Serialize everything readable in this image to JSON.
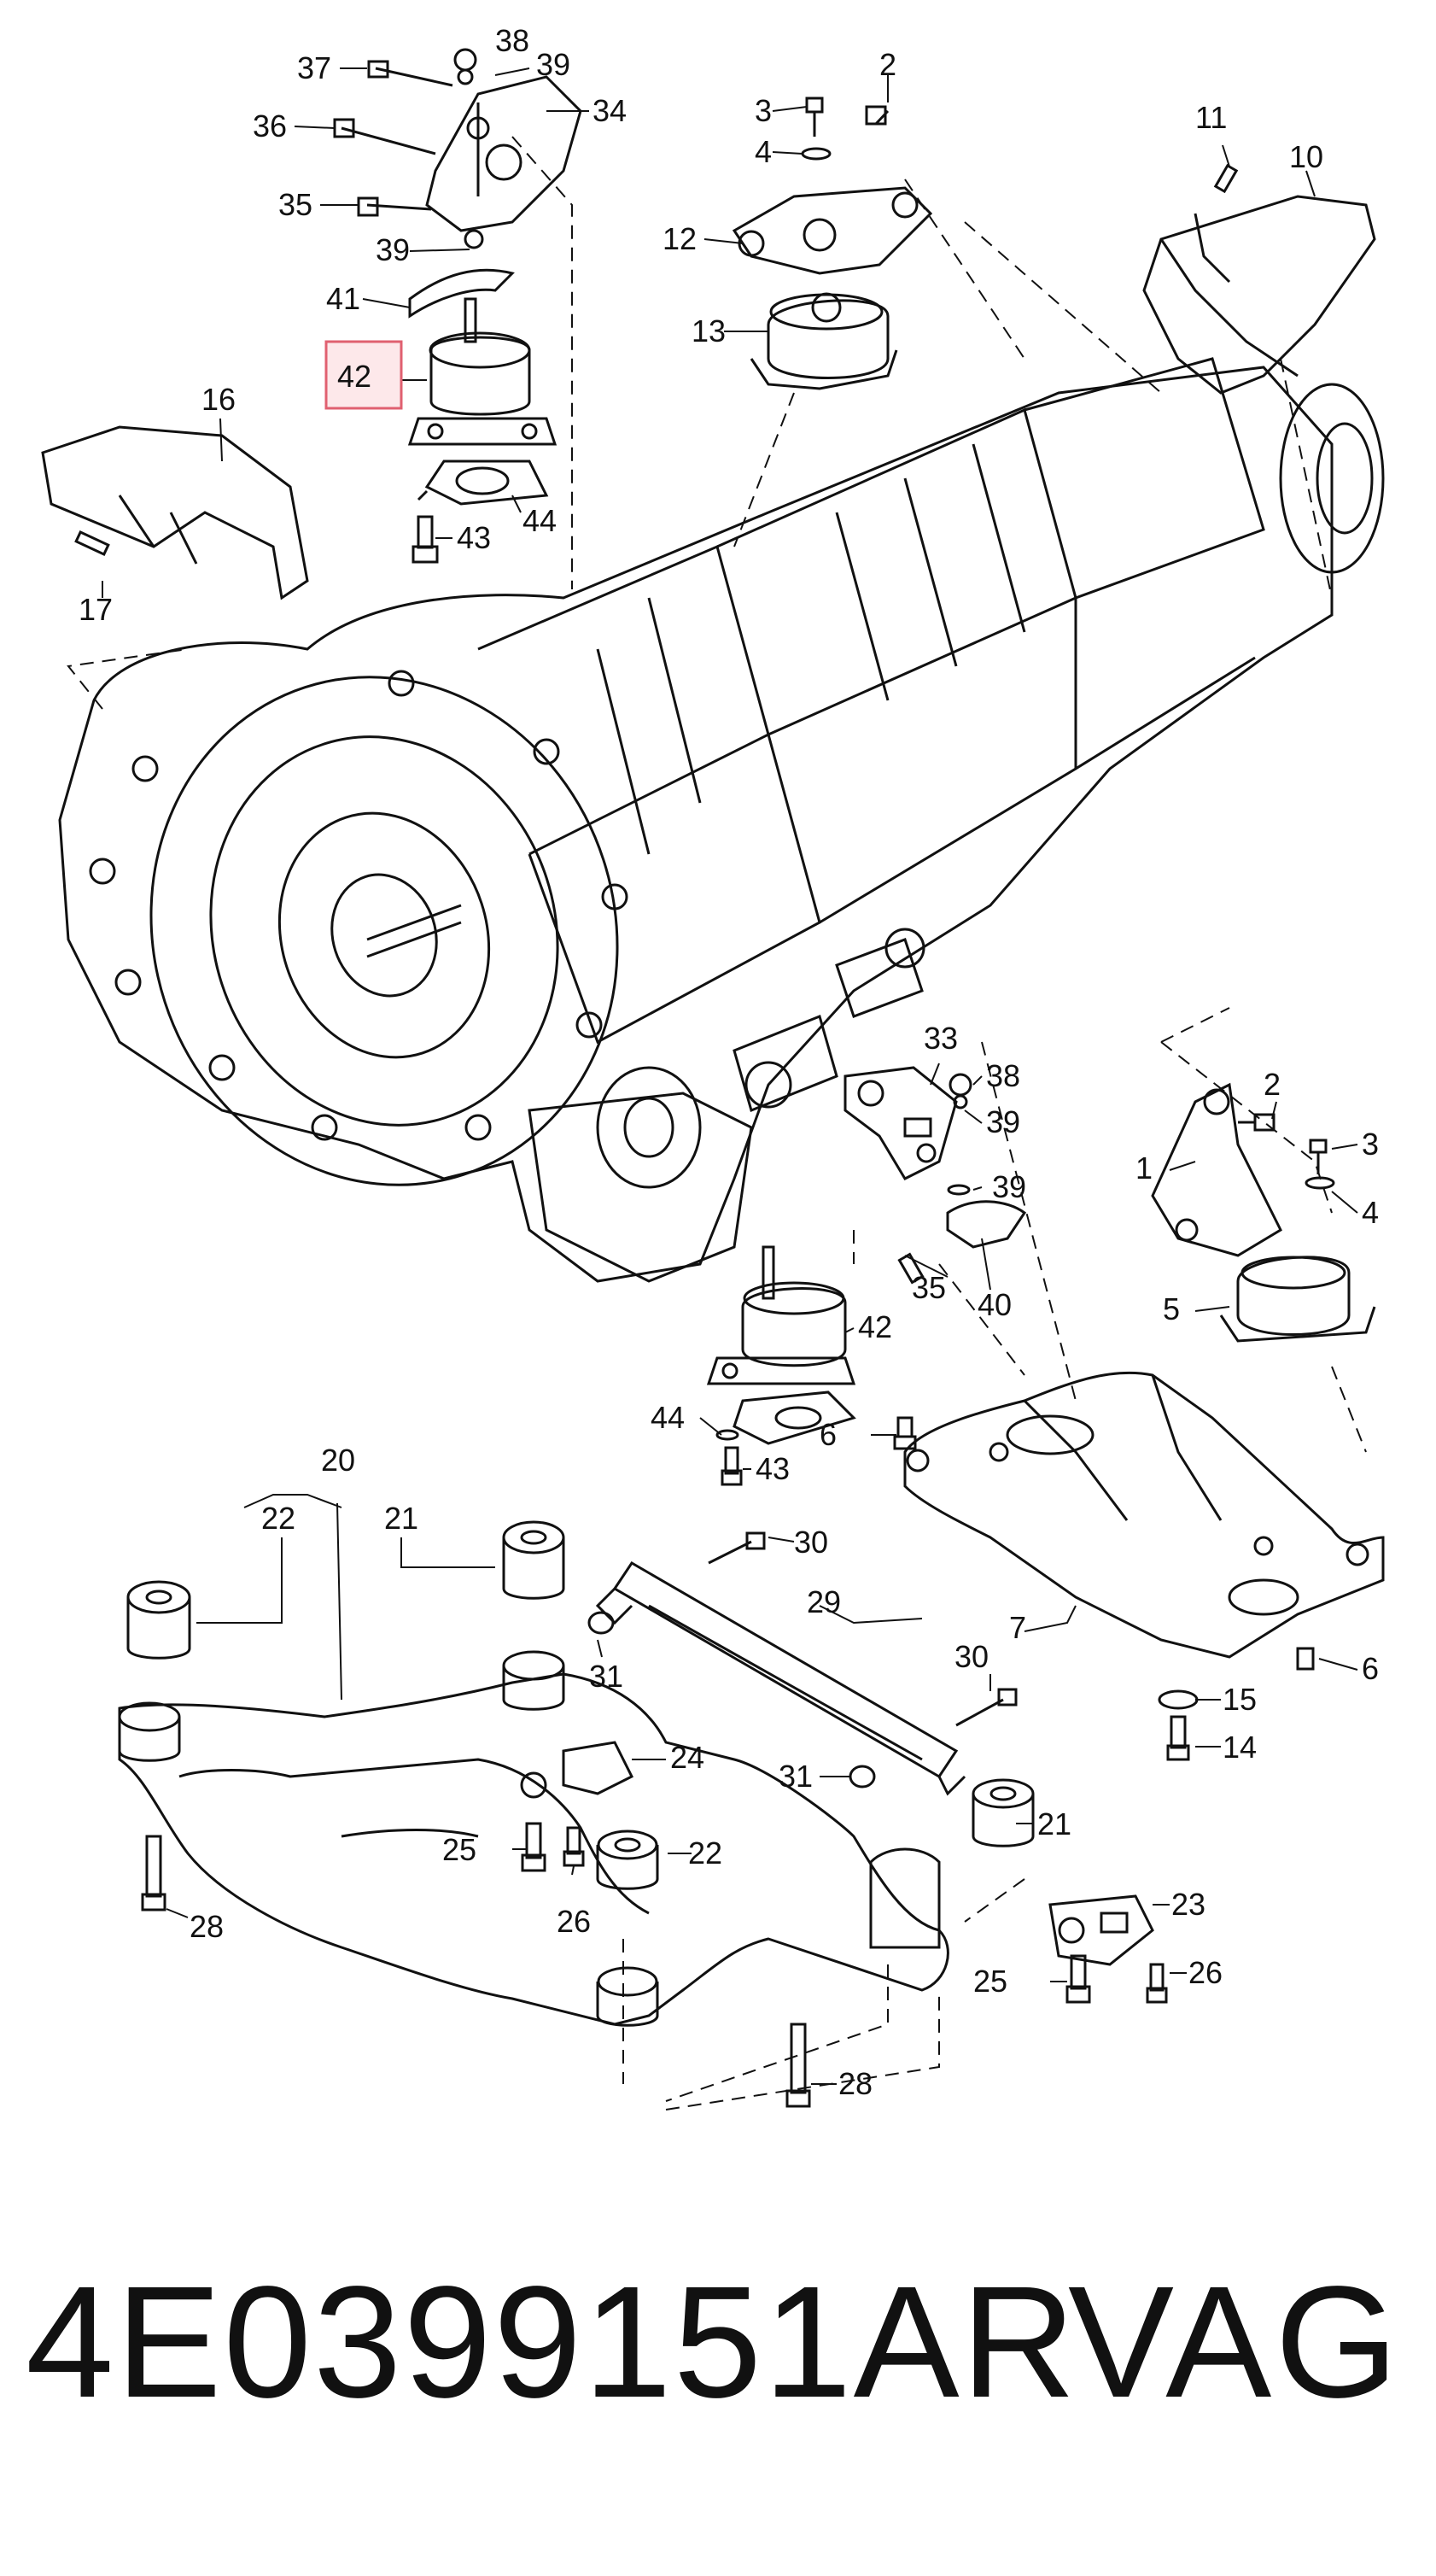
{
  "footer": {
    "part_number": "4E0399151AR",
    "brand": "VAG"
  },
  "highlight": {
    "callout": "42",
    "color": "#e06070"
  },
  "callouts": {
    "c1": "1",
    "c2a": "2",
    "c2b": "2",
    "c3a": "3",
    "c3b": "3",
    "c4a": "4",
    "c4b": "4",
    "c5": "5",
    "c6a": "6",
    "c6b": "6",
    "c7": "7",
    "c10": "10",
    "c11": "11",
    "c12": "12",
    "c13": "13",
    "c14": "14",
    "c15": "15",
    "c16": "16",
    "c17": "17",
    "c20": "20",
    "c21a": "21",
    "c21b": "21",
    "c22a": "22",
    "c22b": "22",
    "c23": "23",
    "c24": "24",
    "c25a": "25",
    "c25b": "25",
    "c26a": "26",
    "c26b": "26",
    "c28a": "28",
    "c28b": "28",
    "c29": "29",
    "c30a": "30",
    "c30b": "30",
    "c31a": "31",
    "c31b": "31",
    "c33": "33",
    "c34": "34",
    "c35a": "35",
    "c35b": "35",
    "c36": "36",
    "c37": "37",
    "c38a": "38",
    "c38b": "38",
    "c39a": "39",
    "c39b": "39",
    "c39c": "39",
    "c39d": "39",
    "c40": "40",
    "c41": "41",
    "c42a": "42",
    "c42b": "42",
    "c43a": "43",
    "c43b": "43",
    "c44a": "44",
    "c44b": "44"
  }
}
